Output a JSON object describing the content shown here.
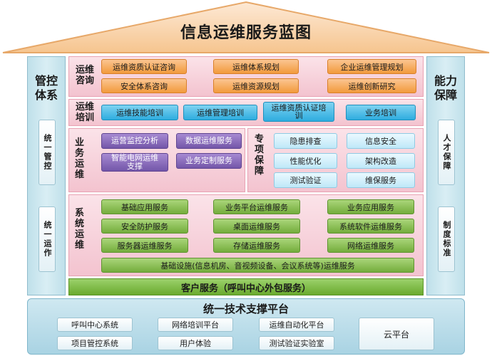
{
  "title": "信息运维服务蓝图",
  "left_pillar": {
    "title": "管控体系",
    "items": [
      "统一管控",
      "统一运作"
    ]
  },
  "right_pillar": {
    "title": "能力保障",
    "items": [
      "人才保障",
      "制度标准"
    ]
  },
  "consulting": {
    "label": "运维咨询",
    "items": [
      "运维资质认证咨询",
      "运维体系规划",
      "企业运维管理规划",
      "安全体系咨询",
      "运维资源规划",
      "运维创新研究"
    ]
  },
  "training": {
    "label": "运维培训",
    "items": [
      "运维技能培训",
      "运维管理培训",
      "运维资质认证培训",
      "业务培训"
    ]
  },
  "business_ops": {
    "label": "业务运维",
    "items": [
      "运营监控分析",
      "数据运维服务",
      "智能电网运维支撑",
      "业务定制服务"
    ]
  },
  "special": {
    "label": "专项保障",
    "items": [
      "隐患排查",
      "信息安全",
      "性能优化",
      "架构改造",
      "测试验证",
      "维保服务"
    ]
  },
  "system_ops": {
    "label": "系统运维",
    "items": [
      "基础应用服务",
      "业务平台运维服务",
      "业务应用服务",
      "安全防护服务",
      "桌面运维服务",
      "系统软件运维服务",
      "服务器运维服务",
      "存储运维服务",
      "网络运维服务"
    ],
    "infrastructure": "基础设施(信息机房、音视频设备、会议系统等)运维服务"
  },
  "customer_service": "客户服务（呼叫中心外包服务）",
  "platform": {
    "title": "统一技术支撑平台",
    "items": [
      "呼叫中心系统",
      "网络培训平台",
      "运维自动化平台",
      "项目管控系统",
      "用户体验",
      "测试验证实验室"
    ],
    "cloud": "云平台"
  }
}
